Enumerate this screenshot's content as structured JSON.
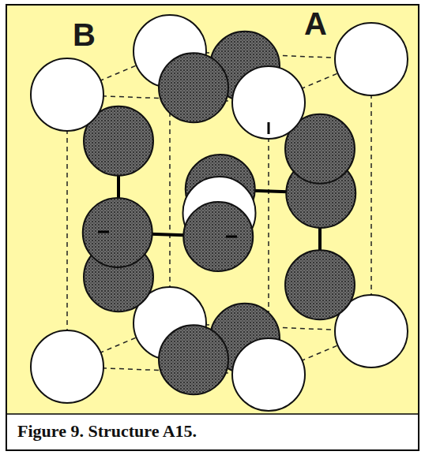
{
  "diagram": {
    "caption": "Figure 9. Structure A15.",
    "labels": [
      "A",
      "B"
    ]
  }
}
